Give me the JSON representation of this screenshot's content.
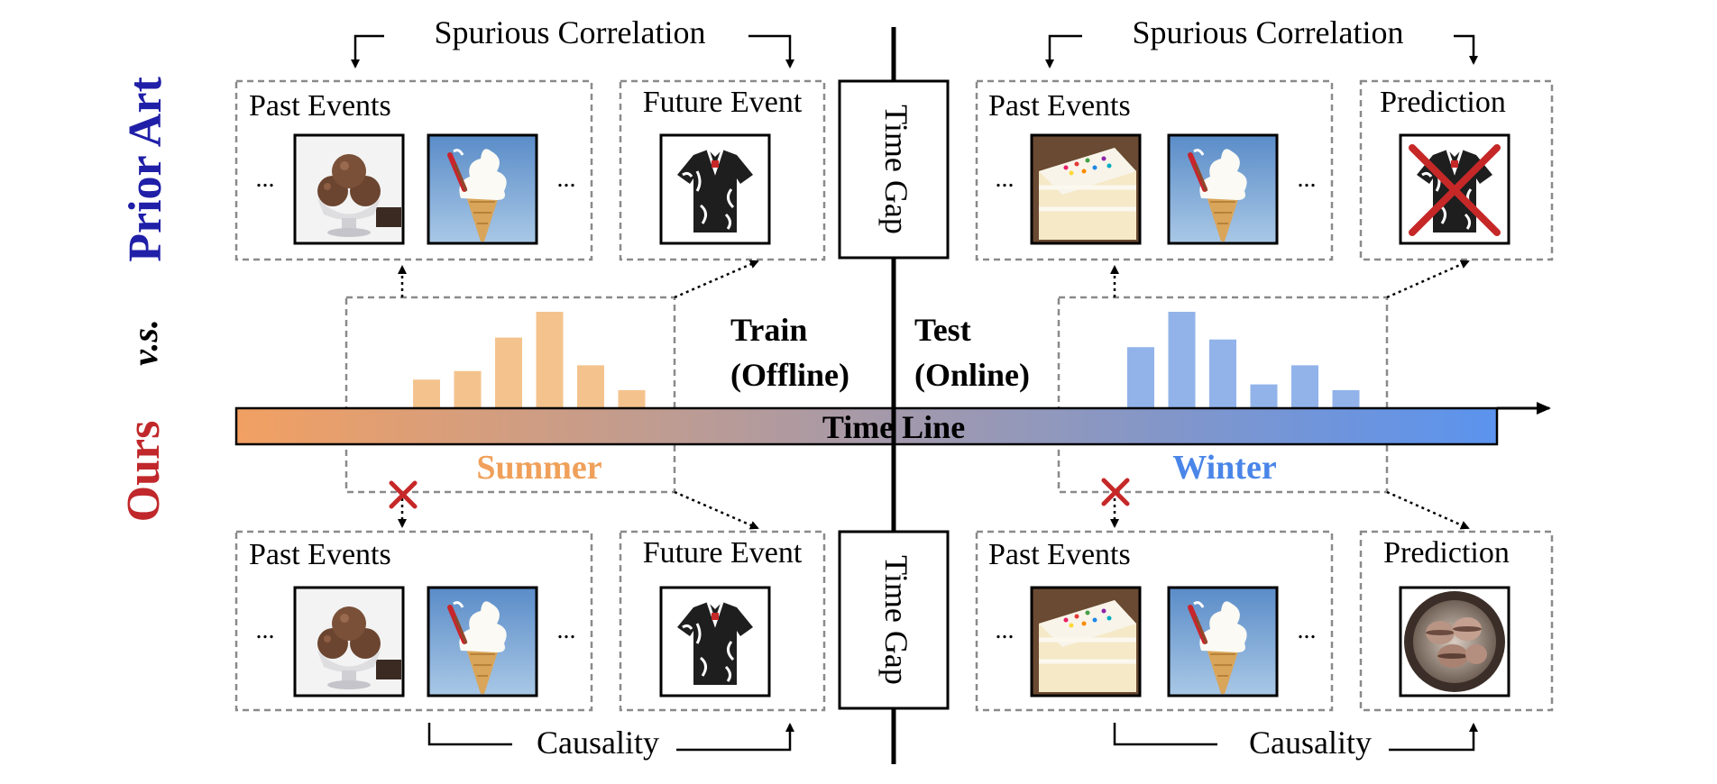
{
  "row_labels": {
    "top": "Prior Art",
    "middle": "v.s.",
    "bottom": "Ours"
  },
  "row_label_colors": {
    "top": "#1f1fa8",
    "middle": "#000000",
    "bottom": "#c0282b"
  },
  "brackets": {
    "spurious": "Spurious Correlation",
    "causality": "Causality"
  },
  "boxes": {
    "past_events": "Past Events",
    "future_event": "Future Event",
    "prediction": "Prediction",
    "ellipsis": "..."
  },
  "time_gap": "Time Gap",
  "phases": {
    "train_line1": "Train",
    "train_line2": "(Offline)",
    "test_line1": "Test",
    "test_line2": "(Online)"
  },
  "timeline": {
    "label": "Time Line",
    "start_color": "#f2a062",
    "end_color": "#5b93ee"
  },
  "seasons": {
    "summer": "Summer",
    "winter": "Winter",
    "summer_color": "#f0a05a",
    "winter_color": "#4a85e8"
  },
  "summer_hist": [
    0.29,
    0.38,
    0.73,
    1.0,
    0.44,
    0.18
  ],
  "winter_hist": [
    0.63,
    1.0,
    0.71,
    0.24,
    0.44,
    0.18
  ],
  "icons": {
    "ice_cream_scoops": "ice-cream-scoops-icon",
    "soft_serve_cone": "soft-serve-cone-icon",
    "hawaiian_shirt": "hawaiian-shirt-icon",
    "cake_slice": "cake-slice-icon",
    "macarons": "macarons-icon",
    "cross_mark": "red-x-icon"
  }
}
